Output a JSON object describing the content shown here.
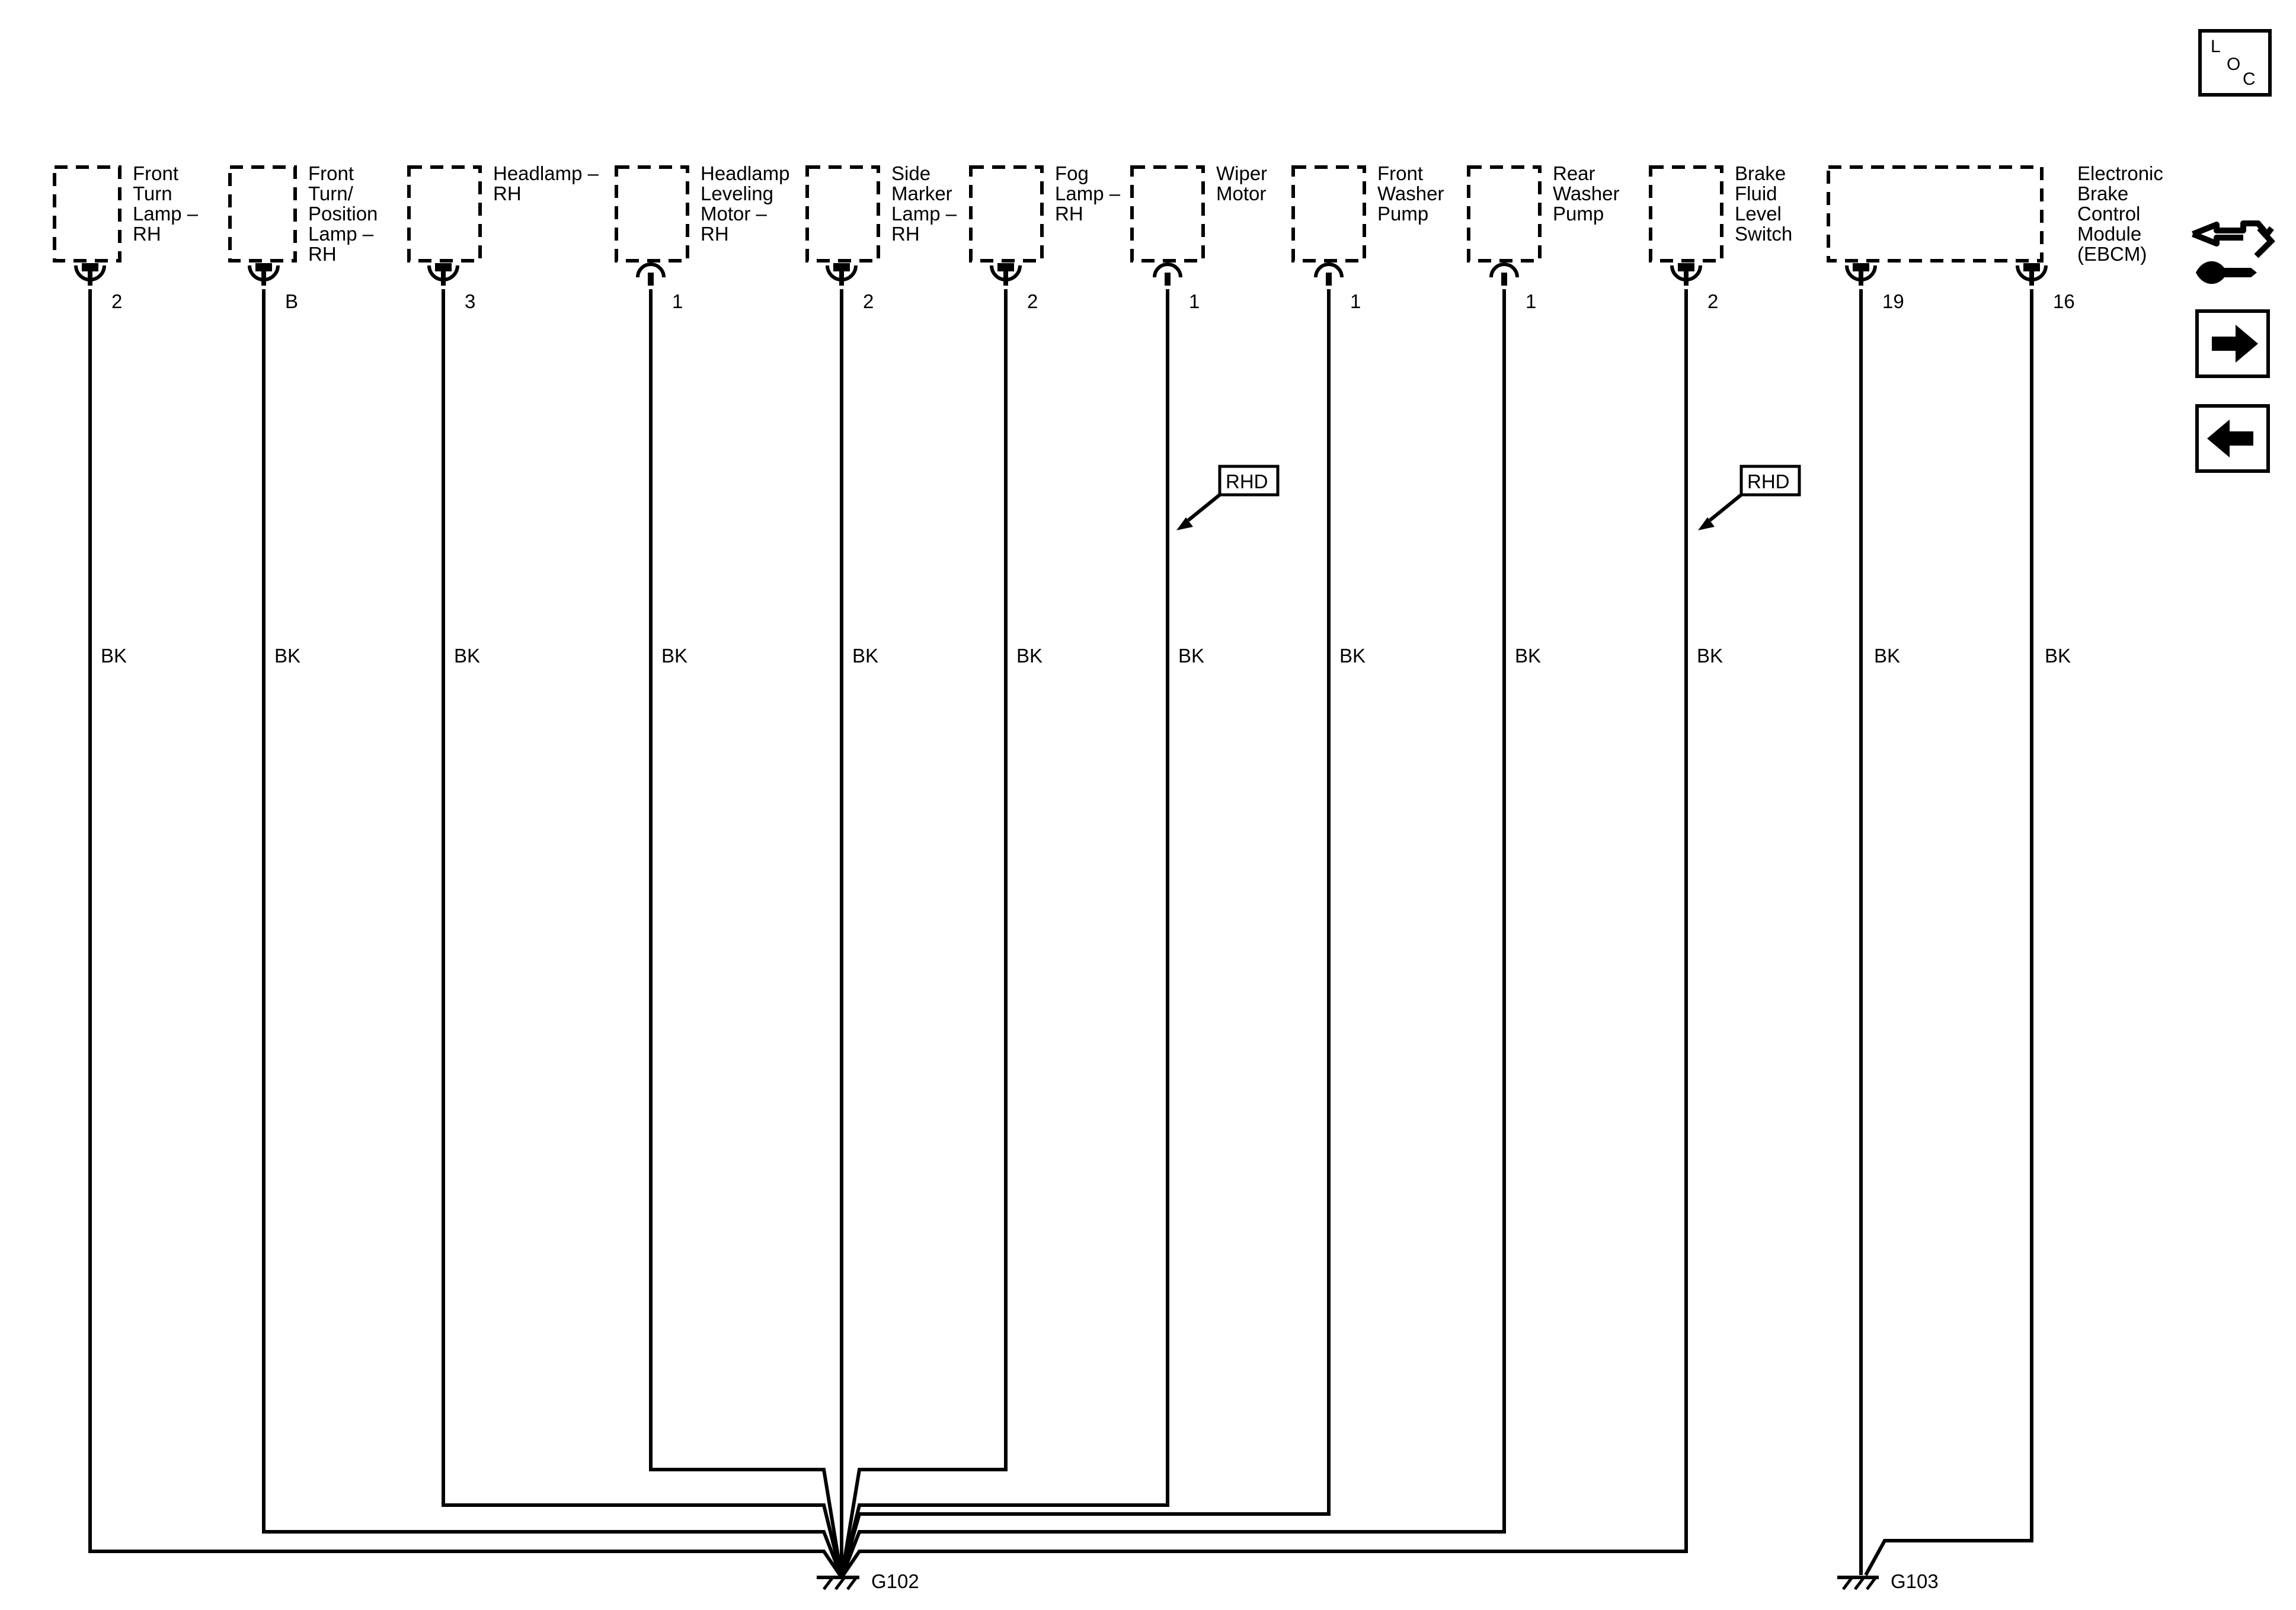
{
  "loc_badge": {
    "l": "L",
    "o": "O",
    "c": "C"
  },
  "components": [
    {
      "lines": [
        "Front",
        "Turn",
        "Lamp –",
        "RH"
      ],
      "pin": "2",
      "wire": "BK",
      "connector": "male"
    },
    {
      "lines": [
        "Front",
        "Turn/",
        "Position",
        "Lamp –",
        "RH"
      ],
      "pin": "B",
      "wire": "BK",
      "connector": "male"
    },
    {
      "lines": [
        "Headlamp –",
        "RH"
      ],
      "pin": "3",
      "wire": "BK",
      "connector": "male"
    },
    {
      "lines": [
        "Headlamp",
        "Leveling",
        "Motor –",
        "RH"
      ],
      "pin": "1",
      "wire": "BK",
      "connector": "female"
    },
    {
      "lines": [
        "Side",
        "Marker",
        "Lamp –",
        "RH"
      ],
      "pin": "2",
      "wire": "BK",
      "connector": "male"
    },
    {
      "lines": [
        "Fog",
        "Lamp –",
        "RH"
      ],
      "pin": "2",
      "wire": "BK",
      "connector": "male"
    },
    {
      "lines": [
        "Wiper",
        "Motor"
      ],
      "pin": "1",
      "wire": "BK",
      "connector": "female"
    },
    {
      "lines": [
        "Front",
        "Washer",
        "Pump"
      ],
      "pin": "1",
      "wire": "BK",
      "connector": "female"
    },
    {
      "lines": [
        "Rear",
        "Washer",
        "Pump"
      ],
      "pin": "1",
      "wire": "BK",
      "connector": "female"
    },
    {
      "lines": [
        "Brake",
        "Fluid",
        "Level",
        "Switch"
      ],
      "pin": "2",
      "wire": "BK",
      "connector": "male"
    }
  ],
  "ebcm": {
    "lines": [
      "Electronic",
      "Brake",
      "Control",
      "Module",
      "(EBCM)"
    ],
    "pins": [
      "19",
      "16"
    ],
    "wire": "BK"
  },
  "rhd_labels": [
    "RHD",
    "RHD"
  ],
  "grounds": [
    "G102",
    "G103"
  ],
  "nav": {
    "wrench_icon": "connector-end-view-icon",
    "forward_icon": "arrow-right-icon",
    "back_icon": "arrow-left-icon"
  }
}
